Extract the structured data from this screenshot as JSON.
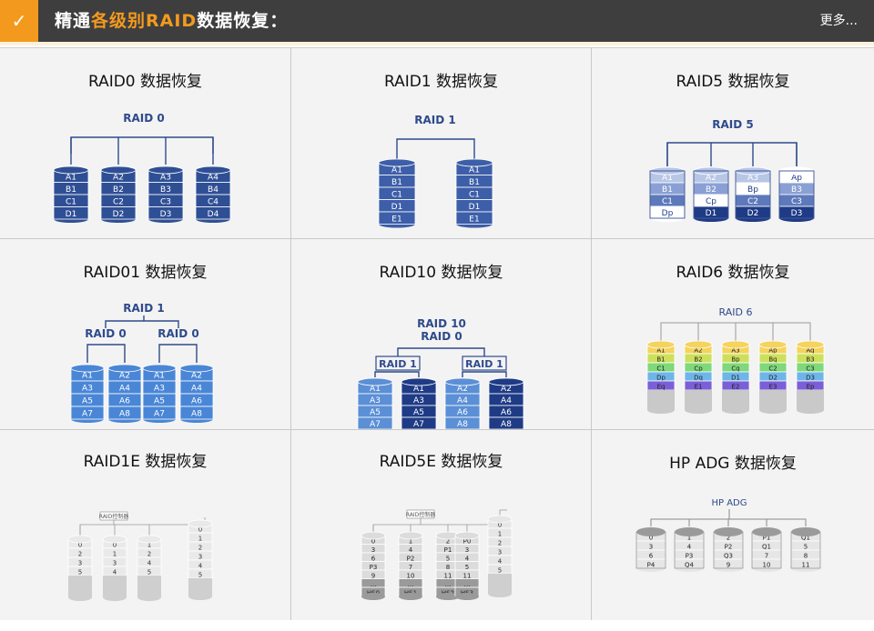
{
  "header": {
    "check_icon": "✓",
    "title_before": "精通",
    "title_highlight": "各级别RAID",
    "title_after": "数据恢复：",
    "more_label": "更多..."
  },
  "colors": {
    "header_bg": "#3e3e3e",
    "accent": "#f39a1e",
    "cell_bg": "#f3f3f3",
    "navy": "#2e4a8c",
    "light_blue": "#5b8fd6",
    "gray": "#bdbdbd"
  },
  "cells": [
    {
      "title": "RAID0 数据恢复",
      "diagram": {
        "labels": [
          "RAID 0"
        ],
        "disks": [
          [
            "A1",
            "B1",
            "C1",
            "D1"
          ],
          [
            "A2",
            "B2",
            "C2",
            "D2"
          ],
          [
            "A3",
            "B3",
            "C3",
            "D3"
          ],
          [
            "A4",
            "B4",
            "C4",
            "D4"
          ]
        ]
      }
    },
    {
      "title": "RAID1 数据恢复",
      "diagram": {
        "labels": [
          "RAID 1"
        ],
        "disks": [
          [
            "A1",
            "B1",
            "C1",
            "D1",
            "E1"
          ],
          [
            "A1",
            "B1",
            "C1",
            "D1",
            "E1"
          ]
        ]
      }
    },
    {
      "title": "RAID5 数据恢复",
      "diagram": {
        "labels": [
          "RAID 5"
        ],
        "disks": [
          [
            "A1",
            "B1",
            "C1",
            "Dp"
          ],
          [
            "A2",
            "B2",
            "Cp",
            "D1"
          ],
          [
            "A3",
            "Bp",
            "C2",
            "D2"
          ],
          [
            "Ap",
            "B3",
            "C3",
            "D3"
          ]
        ]
      }
    },
    {
      "title": "RAID01 数据恢复",
      "diagram": {
        "labels": [
          "RAID 1",
          "RAID 0",
          "RAID 0"
        ],
        "disks": [
          [
            "A1",
            "A3",
            "A5",
            "A7"
          ],
          [
            "A2",
            "A4",
            "A6",
            "A8"
          ],
          [
            "A1",
            "A3",
            "A5",
            "A7"
          ],
          [
            "A2",
            "A4",
            "A6",
            "A8"
          ]
        ]
      }
    },
    {
      "title": "RAID10 数据恢复",
      "diagram": {
        "labels": [
          "RAID 10",
          "RAID 0",
          "RAID 1",
          "RAID 1"
        ],
        "disks": [
          [
            "A1",
            "A3",
            "A5",
            "A7"
          ],
          [
            "A1",
            "A3",
            "A5",
            "A7"
          ],
          [
            "A2",
            "A4",
            "A6",
            "A8"
          ],
          [
            "A2",
            "A4",
            "A6",
            "A8"
          ]
        ]
      }
    },
    {
      "title": "RAID6 数据恢复",
      "diagram": {
        "labels": [
          "RAID 6"
        ],
        "disks": [
          [
            "A1",
            "B1",
            "C1",
            "Dp",
            "Eq"
          ],
          [
            "A2",
            "B2",
            "Cp",
            "Dq",
            "E1"
          ],
          [
            "A3",
            "Bp",
            "Cq",
            "D1",
            "E2"
          ],
          [
            "Ap",
            "Bq",
            "C2",
            "D2",
            "E3"
          ],
          [
            "Aq",
            "B3",
            "C3",
            "D3",
            "Ep"
          ]
        ]
      }
    },
    {
      "title": "RAID1E 数据恢复",
      "diagram": {
        "labels": [
          "RAID控制器"
        ],
        "disks": [
          [
            "0",
            "2",
            "3",
            "5"
          ],
          [
            "0",
            "1",
            "3",
            "4"
          ],
          [
            "1",
            "2",
            "4",
            "5"
          ],
          [
            "0",
            "1",
            "2",
            "3",
            "4",
            "5"
          ]
        ]
      }
    },
    {
      "title": "RAID5E 数据恢复",
      "diagram": {
        "labels": [
          "RAID控制器"
        ],
        "disks": [
          [
            "0",
            "3",
            "6",
            "P3",
            "9",
            "…",
            "HS0"
          ],
          [
            "1",
            "4",
            "P2",
            "7",
            "10",
            "…",
            "HS1"
          ],
          [
            "2",
            "P1",
            "5",
            "8",
            "11",
            "…",
            "HS2"
          ],
          [
            "P0",
            "3",
            "4",
            "5",
            "11",
            "…",
            "HS3"
          ],
          [
            "0",
            "1",
            "2",
            "3",
            "4",
            "5"
          ]
        ]
      }
    },
    {
      "title": "HP ADG 数据恢复",
      "diagram": {
        "labels": [
          "HP ADG"
        ],
        "disks": [
          [
            "0",
            "3",
            "6",
            "P4"
          ],
          [
            "1",
            "4",
            "P3",
            "Q4"
          ],
          [
            "2",
            "P2",
            "Q3",
            "9"
          ],
          [
            "P1",
            "Q1",
            "7",
            "10"
          ],
          [
            "Q1",
            "5",
            "8",
            "11"
          ]
        ]
      }
    }
  ]
}
